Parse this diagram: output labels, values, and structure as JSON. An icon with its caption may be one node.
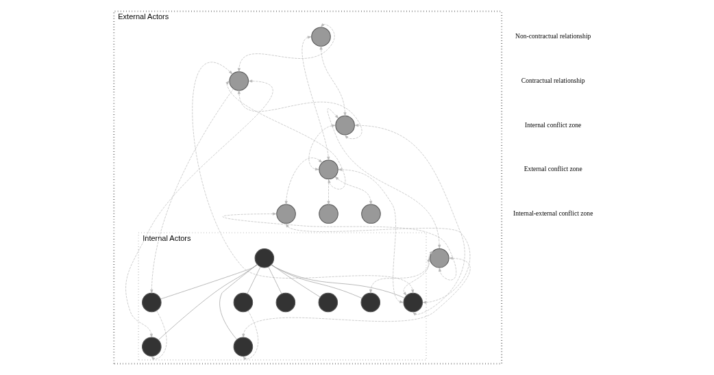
{
  "diagram": {
    "nodes": [
      {
        "text": [
          "External Actors"
        ]
      },
      {
        "text": [],
        "shape": "circle",
        "in": 0
      },
      {
        "text": [],
        "shape": "circle",
        "in": 0
      },
      {
        "text": [],
        "shape": "circle",
        "in": 0
      },
      {
        "text": [
          "Internal Actors"
        ],
        "in": 0
      },
      {
        "text": [],
        "shape": "circle",
        "in": 4
      },
      {
        "text": [],
        "shape": "circle",
        "in": 0
      },
      {
        "text": [],
        "shape": "circle",
        "in": 4
      },
      {
        "text": [],
        "shape": "circle",
        "in": 4
      },
      {
        "text": [],
        "shape": "circle",
        "in": 4
      },
      {
        "text": [],
        "shape": "circle",
        "in": 4
      },
      {
        "text": [],
        "shape": "circle",
        "in": 4
      },
      {
        "text": [],
        "shape": "circle",
        "in": 0
      },
      {
        "text": [],
        "shape": "circle",
        "in": 4
      },
      {
        "text": [],
        "shape": "circle",
        "in": 4
      },
      {
        "text": [],
        "shape": "circle",
        "in": 0
      },
      {
        "text": [],
        "shape": "circle",
        "in": 4
      },
      {
        "text": [],
        "shape": "circle",
        "in": 0
      },
      {
        "text": [],
        "shape": "circle",
        "in": 0
      }
    ],
    "edges": [
      {
        "from": 1,
        "to": 2,
        "arrow": "both",
        "style": "dashed"
      },
      {
        "from": 1,
        "to": 3,
        "arrow": "both",
        "style": "dashed"
      },
      {
        "from": 1,
        "to": 6,
        "arrow": "both",
        "style": "dashed"
      },
      {
        "from": 2,
        "to": 3,
        "arrow": "both",
        "style": "dashed"
      },
      {
        "from": 2,
        "to": 6,
        "arrow": "both",
        "style": "dashed"
      },
      {
        "from": 2,
        "to": 5,
        "arrow": "to",
        "style": "dashed"
      },
      {
        "from": 2,
        "to": 11,
        "arrow": "both",
        "style": "dashed"
      },
      {
        "from": 2,
        "to": 9,
        "arrow": "both",
        "style": "dashed"
      },
      {
        "from": 3,
        "to": 6,
        "arrow": "both",
        "style": "dashed"
      },
      {
        "from": 3,
        "to": 9,
        "arrow": "both",
        "style": "dashed"
      },
      {
        "from": 3,
        "to": 17,
        "arrow": "both",
        "style": "dashed"
      },
      {
        "from": 5,
        "to": 11,
        "arrow": "to",
        "style": "dashed"
      },
      {
        "from": 6,
        "to": 9,
        "arrow": "both",
        "style": "dashed"
      },
      {
        "from": 6,
        "to": 12,
        "arrow": "to",
        "style": "dashed"
      },
      {
        "from": 6,
        "to": 15,
        "arrow": "both",
        "style": "dashed"
      },
      {
        "from": 6,
        "to": 18,
        "arrow": "both",
        "style": "dashed"
      },
      {
        "from": 15,
        "to": 9,
        "arrow": "both",
        "style": "dashed"
      },
      {
        "from": 15,
        "to": 17,
        "arrow": "both",
        "style": "dashed"
      },
      {
        "from": 17,
        "to": 9,
        "arrow": "both",
        "style": "dashed"
      },
      {
        "from": 17,
        "to": 13,
        "arrow": "both",
        "style": "dashed"
      },
      {
        "from": 17,
        "to": 16,
        "arrow": "both",
        "style": "dashed"
      },
      {
        "from": 14,
        "to": 13,
        "arrow": "to",
        "style": "dashed"
      },
      {
        "from": 10,
        "to": 5,
        "arrow": "none"
      },
      {
        "from": 10,
        "to": 7,
        "arrow": "none"
      },
      {
        "from": 10,
        "to": 8,
        "arrow": "none"
      },
      {
        "from": 10,
        "to": 9,
        "arrow": "none"
      },
      {
        "from": 10,
        "to": 11,
        "arrow": "none"
      },
      {
        "from": 10,
        "to": 13,
        "arrow": "none"
      },
      {
        "from": 10,
        "to": 14,
        "arrow": "none"
      },
      {
        "from": 10,
        "to": 16,
        "arrow": "none"
      }
    ],
    "legend": [
      {
        "text": "Non-contractual relationship"
      },
      {
        "text": "Contractual relationship"
      },
      {
        "text": "Internal conflict zone"
      },
      {
        "text": "External conflict zone"
      },
      {
        "text": "Internal-external conflict zone"
      }
    ]
  }
}
